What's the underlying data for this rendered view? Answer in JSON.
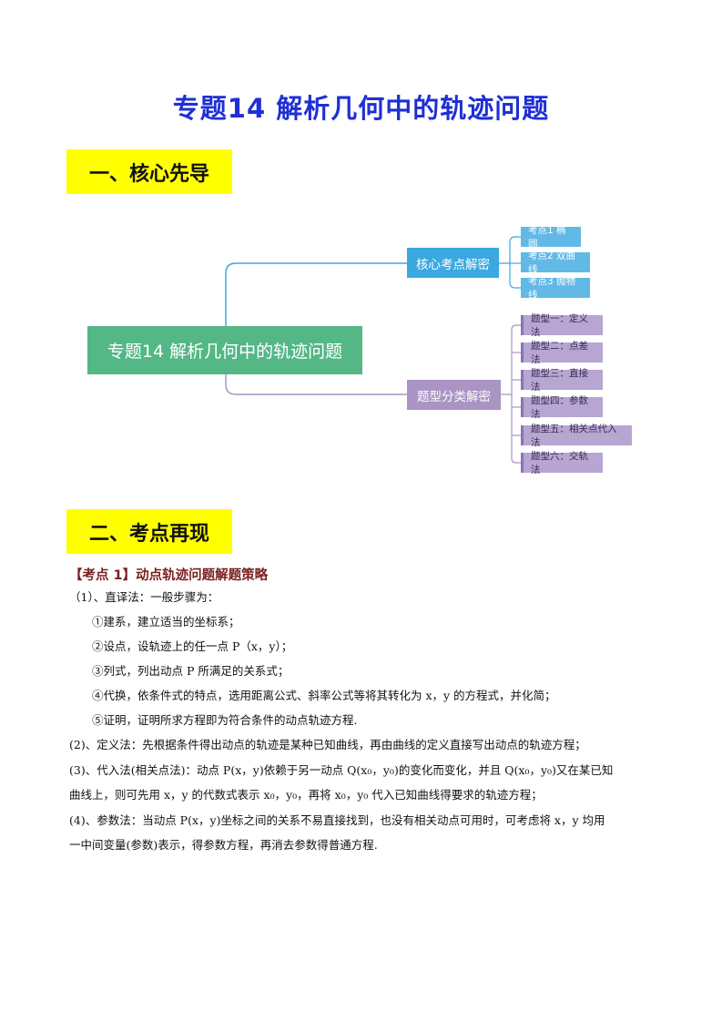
{
  "doc": {
    "title": "专题14  解析几何中的轨迹问题",
    "section1": "一、核心先导",
    "section2": "二、考点再现"
  },
  "mindmap": {
    "root": "专题14 解析几何中的轨迹问题",
    "branch1": {
      "label": "核心考点解密",
      "leaves": [
        "考点1 椭圆",
        "考点2 双曲线",
        "考点3 抛物线"
      ]
    },
    "branch2": {
      "label": "题型分类解密",
      "leaves": [
        "题型一：定义法",
        "题型二：点差法",
        "题型三：直接法",
        "题型四：参数法",
        "题型五：相关点代入法",
        "题型六：交轨法"
      ]
    },
    "colors": {
      "root": "#54b886",
      "blue": "#3ba9e0",
      "purple": "#a994c4"
    }
  },
  "kaodian": {
    "heading": "【考点 1】动点轨迹问题解题策略",
    "lines": [
      "（1）、直译法：一般步骤为：",
      "①建系，建立适当的坐标系；",
      "②设点，设轨迹上的任一点 P（x，y）；",
      "③列式，列出动点 P 所满足的关系式；",
      "④代换，依条件式的特点，选用距离公式、斜率公式等将其转化为 x，y 的方程式，并化简；",
      "⑤证明，证明所求方程即为符合条件的动点轨迹方程.",
      "(2)、定义法：先根据条件得出动点的轨迹是某种已知曲线，再由曲线的定义直接写出动点的轨迹方程；",
      "(3)、代入法(相关点法)：动点 P(x，y)依赖于另一动点 Q(x₀，y₀)的变化而变化，并且 Q(x₀，y₀)又在某已知",
      "曲线上，则可先用 x，y 的代数式表示 x₀，y₀，再将 x₀，y₀ 代入已知曲线得要求的轨迹方程；",
      "(4)、参数法：当动点 P(x，y)坐标之间的关系不易直接找到，也没有相关动点可用时，可考虑将 x，y 均用",
      "一中间变量(参数)表示，得参数方程，再消去参数得普通方程."
    ]
  }
}
